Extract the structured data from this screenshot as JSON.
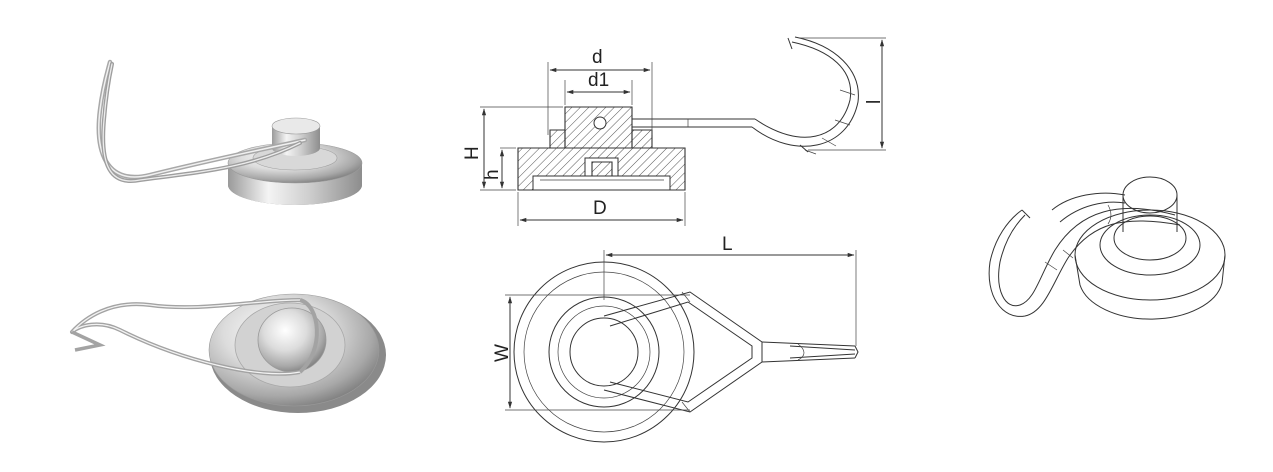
{
  "dimensions": {
    "d": "d",
    "d1": "d1",
    "H": "H",
    "h": "h",
    "l": "l",
    "D": "D",
    "L": "L",
    "W": "W"
  },
  "colors": {
    "line": "#333333",
    "metal_light": "#f2f2f2",
    "metal_mid": "#c9c9c9",
    "metal_dark": "#8a8a8a",
    "wire": "#bdbdbd"
  }
}
